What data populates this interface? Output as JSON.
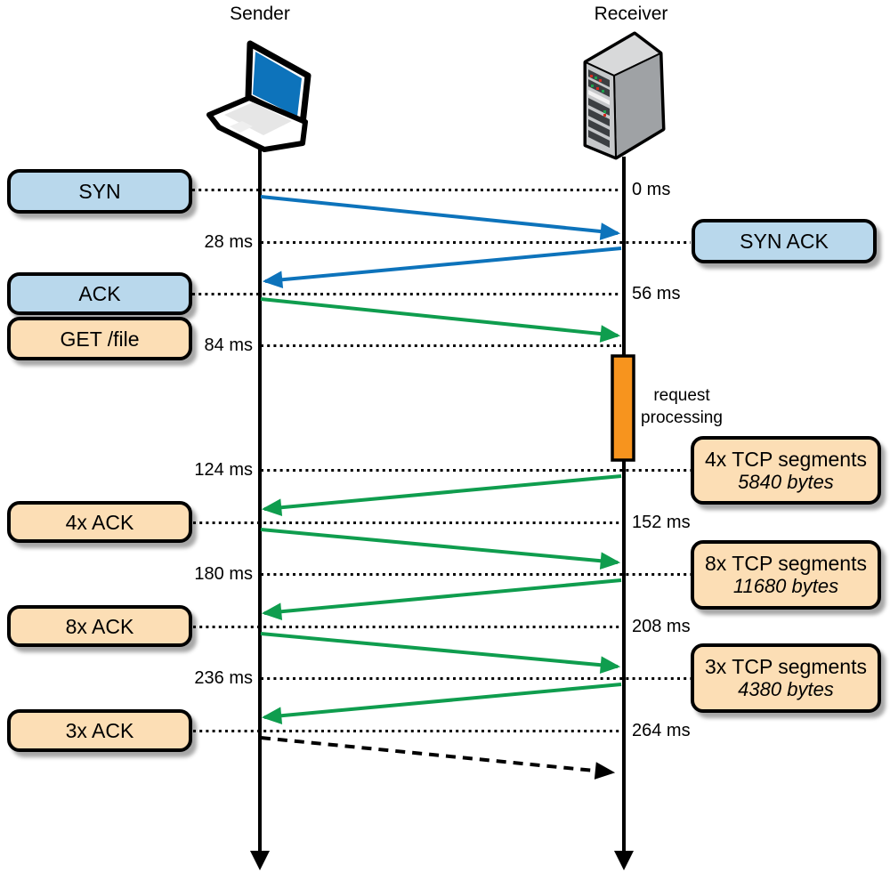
{
  "diagram": {
    "sender_title": "Sender",
    "receiver_title": "Receiver",
    "icons": {
      "sender": "laptop-icon",
      "receiver": "server-icon"
    }
  },
  "boxes": {
    "syn": "SYN",
    "syn_ack": "SYN ACK",
    "ack": "ACK",
    "get_file": "GET /file",
    "seg4_line1": "4x TCP segments",
    "seg4_line2": "5840 bytes",
    "ack4": "4x ACK",
    "seg8_line1": "8x TCP segments",
    "seg8_line2": "11680 bytes",
    "ack8": "8x ACK",
    "seg3_line1": "3x TCP segments",
    "seg3_line2": "4380 bytes",
    "ack3": "3x ACK"
  },
  "timestamps": {
    "t0": "0 ms",
    "t28": "28 ms",
    "t56": "56 ms",
    "t84": "84 ms",
    "t124": "124 ms",
    "t152": "152 ms",
    "t180": "180 ms",
    "t208": "208 ms",
    "t236": "236 ms",
    "t264": "264 ms"
  },
  "annotations": {
    "request_processing_line1": "request",
    "request_processing_line2": "processing"
  },
  "colors": {
    "arrow_blue": "#0d73bb",
    "arrow_green": "#0f9d4e",
    "box_blue": "#b9d8ec",
    "box_orange": "#fcdeb5",
    "processing_bar": "#f7941e",
    "line_black": "#000000"
  }
}
